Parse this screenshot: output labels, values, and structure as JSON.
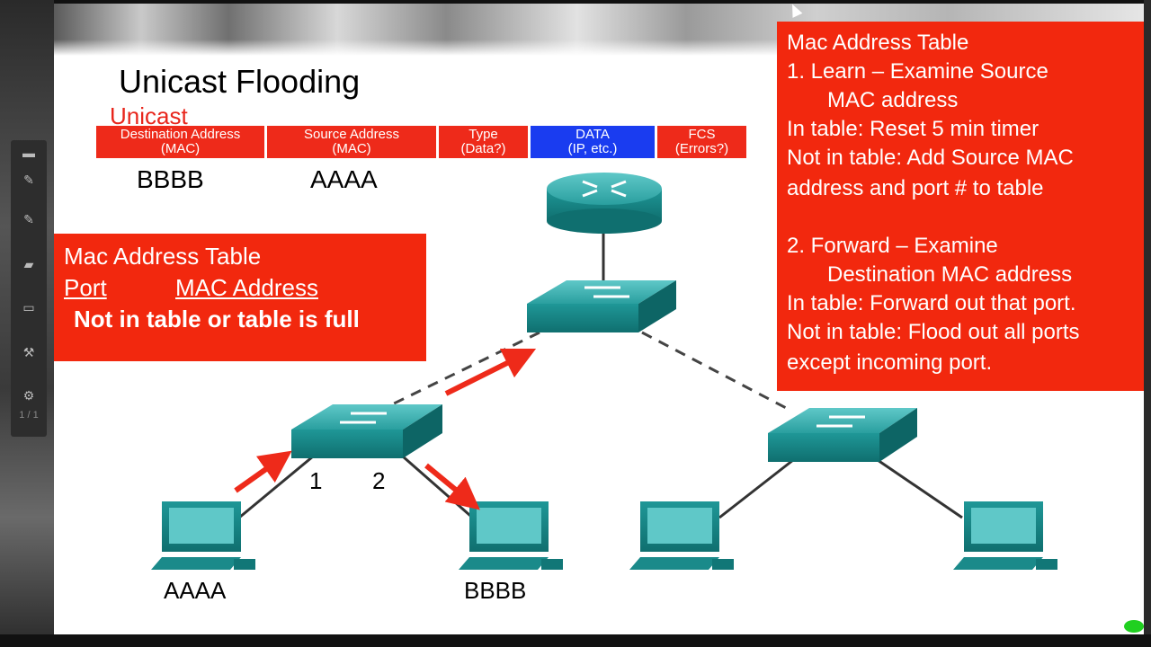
{
  "slide": {
    "title": "Unicast Flooding",
    "subtitle": "Unicast"
  },
  "frame": {
    "fields": [
      {
        "line1": "Destination Address",
        "line2": "(MAC)"
      },
      {
        "line1": "Source Address",
        "line2": "(MAC)"
      },
      {
        "line1": "Type",
        "line2": "(Data?)"
      },
      {
        "line1": "DATA",
        "line2": "(IP, etc.)"
      },
      {
        "line1": "FCS",
        "line2": "(Errors?)"
      }
    ],
    "dest_value": "BBBB",
    "src_value": "AAAA"
  },
  "left_box": {
    "heading": "Mac Address Table",
    "col_port": "Port",
    "col_mac": "MAC Address",
    "status": "Not in table or table is full"
  },
  "right_box": {
    "lines": [
      "Mac Address Table",
      "1.   Learn – Examine Source",
      "MAC address",
      "In table: Reset 5 min timer",
      "Not in table: Add Source MAC",
      "address and port # to table",
      "",
      "2.   Forward – Examine",
      "Destination MAC address",
      "In table: Forward out that port.",
      "Not in table: Flood out all ports",
      "except incoming port."
    ]
  },
  "diagram": {
    "port_1": "1",
    "port_2": "2",
    "host_left_label": "AAAA",
    "host_right_label": "BBBB"
  },
  "toolbar": {
    "page_indicator": "1 / 1"
  },
  "colors": {
    "red": "#ee2a1a",
    "blue": "#1a3cf0",
    "teal": "#1a9a9a"
  }
}
